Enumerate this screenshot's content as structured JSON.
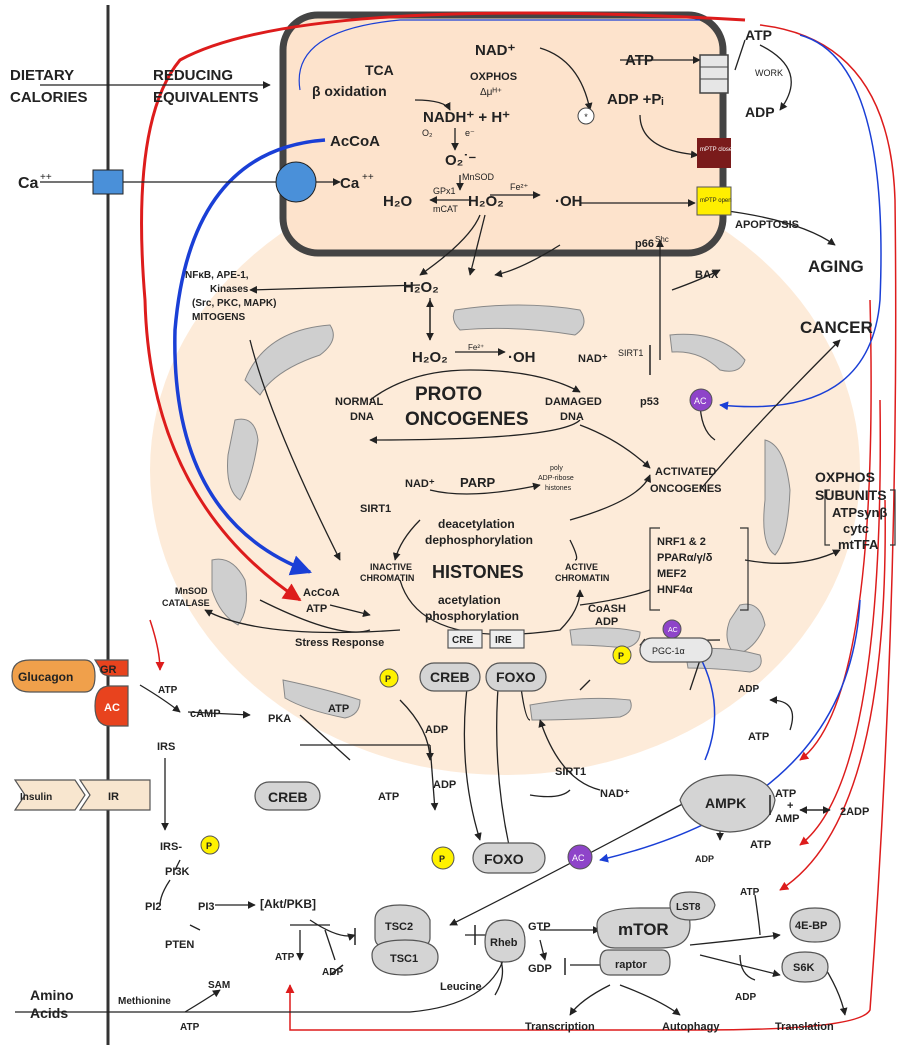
{
  "colors": {
    "cytoplasm": "#fdebd9",
    "mito_fill": "#fde3cc",
    "mito_border": "#555555",
    "gray_organelle": "#cfcfcf",
    "red_line": "#dd1c1c",
    "blue_line": "#1a3fd6",
    "ion_channel": "#4a90d9",
    "glucagon": "#f0a04b",
    "gr_ac": "#e8431e",
    "insulin": "#f8e6cf",
    "phospho": "#fff200",
    "acetyl": "#8e44c9",
    "mptp_closed": "#7a1b1b",
    "mptp_open": "#ffee00",
    "node_gray": "#d4d4d4"
  },
  "labels": {
    "dietary_1": "DIETARY",
    "dietary_2": "CALORIES",
    "reducing_1": "REDUCING",
    "reducing_2": "EQUIVALENTS",
    "ca_out": "Ca",
    "ca_in": "Ca",
    "ca_sup": "++",
    "tca": "TCA",
    "beta_ox": "β oxidation",
    "acetyl_coa_mito": "AcCoA",
    "nad_plus": "NAD⁺",
    "oxphos": "OXPHOS",
    "delta_mu": "Δμᴴ⁺",
    "nadh": "NADH⁺ + H⁺",
    "o2": "O₂",
    "e_minus": "e⁻",
    "superoxide": "O₂˙⁻",
    "mnsod_small": "MnSOD",
    "fe_small": "Fe²⁺",
    "h2o": "H₂O",
    "gpx1": "GPx1",
    "mcat": "mCAT",
    "h2o2_mito": "H₂O₂",
    "oh_mito": "·OH",
    "atp_top": "ATP",
    "adp_pi": "ADP +Pᵢ",
    "atp_right": "ATP",
    "adp_right": "ADP",
    "work": "WORK",
    "mptp_closed": "mPTP closed",
    "mptp_open": "mPTP open",
    "p66": "p66",
    "p66_sup": "Shc",
    "apoptosis": "APOPTOSIS",
    "aging": "AGING",
    "bax": "BAX",
    "cancer": "CANCER",
    "nfkb": "NFκB, APE-1,",
    "kinases": "Kinases",
    "src": "(Src, PKC, MAPK)",
    "mitogens": "MITOGENS",
    "h2o2_cyto": "H₂O₂",
    "h2o2_nuc": "H₂O₂",
    "fe_nuc": "Fe²⁺",
    "oh_nuc": "·OH",
    "nad_sirt": "NAD⁺",
    "sirt1_top": "SIRT1",
    "p53": "p53",
    "ac_label": "AC",
    "proto_1": "PROTO",
    "proto_2": "ONCOGENES",
    "normal_dna_1": "NORMAL",
    "normal_dna_2": "DNA",
    "damaged_dna_1": "DAMAGED",
    "damaged_dna_2": "DNA",
    "oxphos_sub_1": "OXPHOS",
    "oxphos_sub_2": "SUBUNITS",
    "atpsyn": "ATPsynβ",
    "cytc": "cytc",
    "mttfa": "mtTFA",
    "nad_parp": "NAD⁺",
    "parp": "PARP",
    "poly_1": "poly",
    "poly_2": "ADP-ribose",
    "poly_3": "histones",
    "sirt1_mid": "SIRT1",
    "activated_1": "ACTIVATED",
    "activated_2": "ONCOGENES",
    "deacetylation": "deacetylation",
    "dephosphorylation": "dephosphorylation",
    "inactive_1": "INACTIVE",
    "inactive_2": "CHROMATIN",
    "histones": "HISTONES",
    "active_1": "ACTIVE",
    "active_2": "CHROMATIN",
    "nrf1": "NRF1 & 2",
    "ppar": "PPARα/γ/δ",
    "mef2": "MEF2",
    "hnf4": "HNF4α",
    "mnsod_cat_1": "MnSOD",
    "mnsod_cat_2": "CATALASE",
    "accoa_nuc": "AcCoA",
    "atp_nuc": "ATP",
    "acetylation": "acetylation",
    "phosphorylation": "phosphorylation",
    "coash": "CoASH",
    "adp_nuc": "ADP",
    "stress": "Stress Response",
    "cre": "CRE",
    "ire": "IRE",
    "pgc": "PGC-1α",
    "p_label": "P",
    "creb_nuc": "CREB",
    "foxo_nuc": "FOXO",
    "glucagon": "Glucagon",
    "gr": "GR",
    "ac_enzyme": "AC",
    "atp_gluc": "ATP",
    "camp": "cAMP",
    "pka": "PKA",
    "atp_pka": "ATP",
    "adp_pka": "ADP",
    "creb_cyto": "CREB",
    "atp_creb": "ATP",
    "adp_creb": "ADP",
    "sirt1_low": "SIRT1",
    "nad_low": "NAD⁺",
    "insulin": "Insulin",
    "ir": "IR",
    "irs": "IRS",
    "irs_p": "IRS-",
    "pi3k": "PI3K",
    "pi2": "PI2",
    "pi3": "PI3",
    "pten": "PTEN",
    "akt": "[Akt/PKB]",
    "foxo_cyto": "FOXO",
    "ampk": "AMPK",
    "adp_pgc": "ADP",
    "atp_pgc": "ATP",
    "atp_amp": "ATP",
    "plus": "+",
    "amp": "AMP",
    "two_adp": "2ADP",
    "atp_ampk": "ATP",
    "adp_ampk": "ADP",
    "tsc2": "TSC2",
    "tsc1": "TSC1",
    "atp_tsc": "ATP",
    "adp_tsc": "ADP",
    "rheb": "Rheb",
    "gtp": "GTP",
    "gdp": "GDP",
    "mtor": "mTOR",
    "lst8": "LST8",
    "raptor": "raptor",
    "leucine": "Leucine",
    "atp_mtor": "ATP",
    "adp_mtor": "ADP",
    "fourebp": "4E-BP",
    "s6k": "S6K",
    "transcription": "Transcription",
    "autophagy": "Autophagy",
    "translation": "Translation",
    "amino_1": "Amino",
    "amino_2": "Acids",
    "methionine": "Methionine",
    "sam": "SAM",
    "atp_sam": "ATP"
  }
}
